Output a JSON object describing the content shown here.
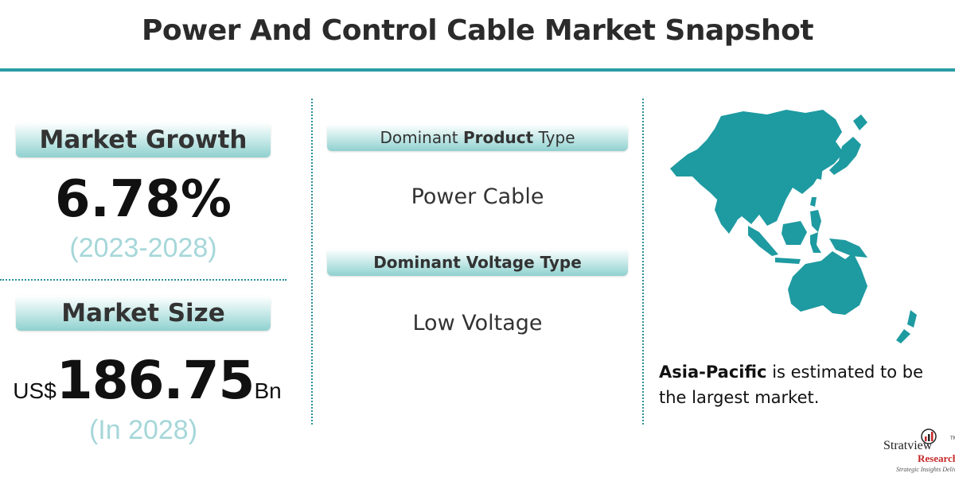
{
  "title": "Power And Control Cable Market Snapshot",
  "market_growth": {
    "label": "Market Growth",
    "value": "6.78%",
    "period": "(2023-2028)"
  },
  "market_size": {
    "label": "Market Size",
    "prefix": "US$",
    "value": "186.75",
    "suffix": "Bn",
    "period": "(In 2028)"
  },
  "dominant_product": {
    "label_start": "Dominant",
    "label_bold": "Product",
    "label_end": "Type",
    "value": "Power Cable"
  },
  "dominant_voltage": {
    "label": "Dominant Voltage Type",
    "value": "Low Voltage"
  },
  "region": {
    "name": "Asia-Pacific",
    "rest": "is estimated to be the largest market."
  },
  "logo": {
    "name": "Stratview",
    "name2": "Research",
    "tagline": "Strategic Insights Delivered",
    "tm": "TM"
  },
  "colors": {
    "accent": "#2a9ea5",
    "map": "#1e9aa1",
    "pill_mid": "#d4efee",
    "pill_end": "#8fd1cf",
    "muted": "#a6d7d9",
    "logo_red": "#c62828"
  }
}
